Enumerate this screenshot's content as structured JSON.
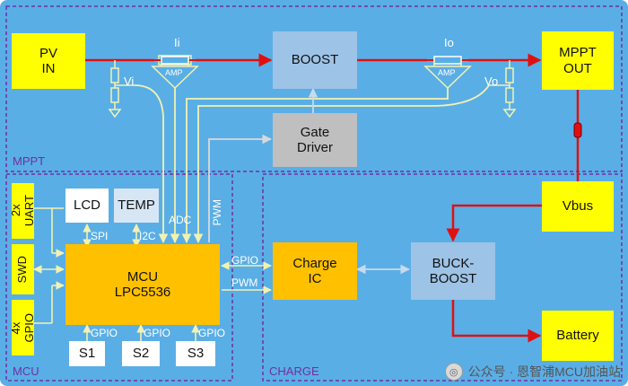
{
  "sections": {
    "mppt": "MPPT",
    "mcu": "MCU",
    "charge": "CHARGE"
  },
  "blocks": {
    "pv_in": "PV\nIN",
    "boost": "BOOST",
    "mppt_out": "MPPT\nOUT",
    "gate_driver": "Gate\nDriver",
    "vbus": "Vbus",
    "buck_boost": "BUCK-\nBOOST",
    "battery": "Battery",
    "charge_ic": "Charge\nIC",
    "mcu": "MCU\nLPC5536",
    "lcd": "LCD",
    "temp": "TEMP",
    "uart": "2x\nUART",
    "swd": "SWD",
    "gpio4": "4x\nGPIO",
    "s1": "S1",
    "s2": "S2",
    "s3": "S3"
  },
  "labels": {
    "ii": "Ii",
    "io": "Io",
    "vi": "Vi",
    "vo": "Vo",
    "amp_in": "AMP",
    "amp_out": "AMP",
    "adc": "ADC",
    "pwm_vert": "PWM",
    "spi": "SPI",
    "i2c": "I2C",
    "gpio_charge": "GPIO",
    "pwm_charge": "PWM",
    "gpio_s1": "GPIO",
    "gpio_s2": "GPIO",
    "gpio_s3": "GPIO"
  },
  "watermark": "公众号 · 恩智浦MCU加油站",
  "colors": {
    "background": "#5aaee6",
    "power_line": "#e01010",
    "signal_line": "#f2f2b0",
    "section_border": "#7030a0"
  }
}
